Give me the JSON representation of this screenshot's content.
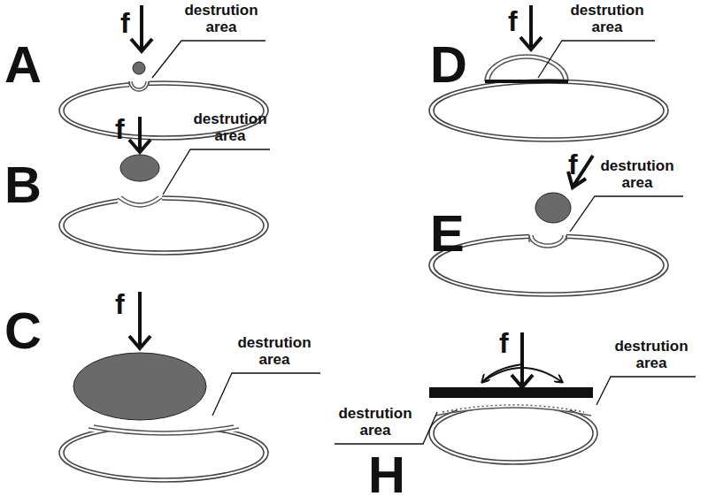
{
  "diagram": {
    "labels": [
      "A",
      "f",
      "destrution area",
      "D",
      "f",
      "destrution area",
      "B",
      "f",
      "destrution area",
      "E",
      "f",
      "destrution area",
      "C",
      "f",
      "destrution area",
      "destrution area",
      "f",
      "destrution area",
      "H"
    ]
  }
}
